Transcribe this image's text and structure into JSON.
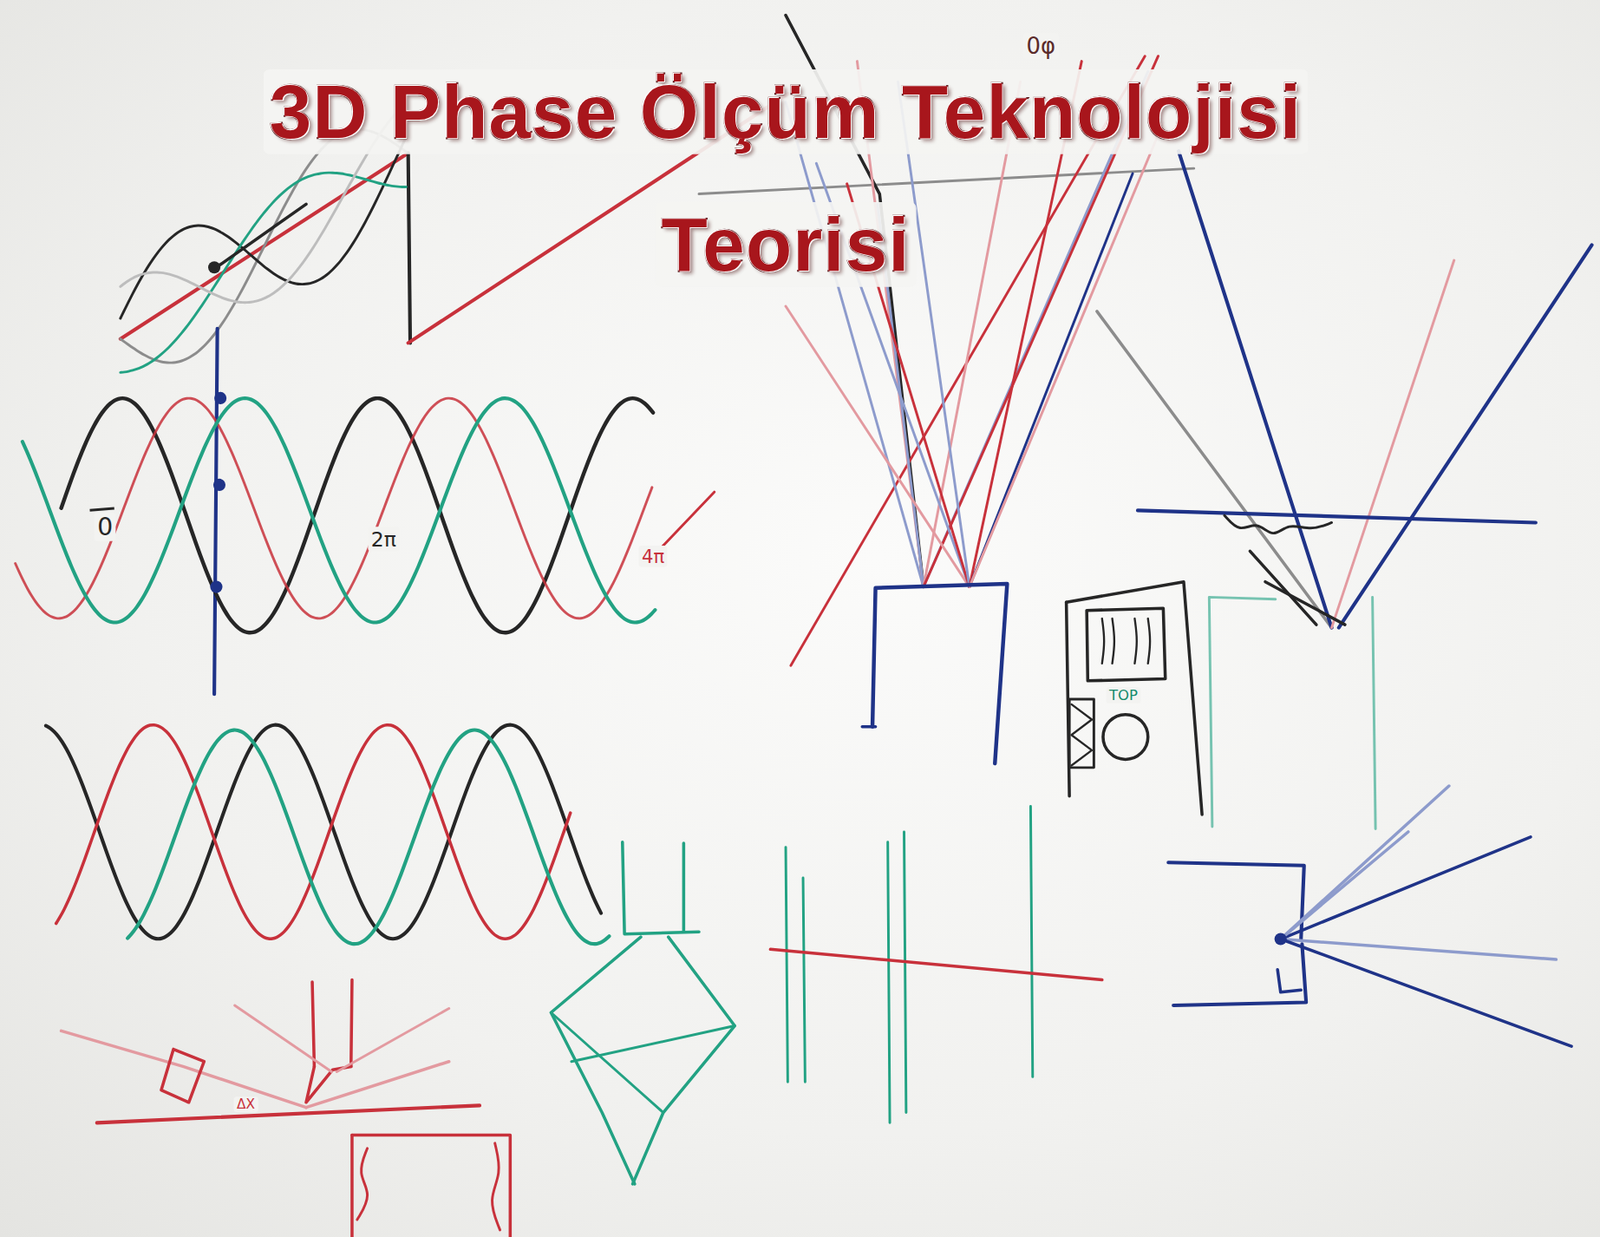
{
  "diagram": {
    "title": "3D Phase Ölçüm Teknolojisi Teorisi",
    "labels": [
      "0φ",
      "0",
      "2π",
      "4π",
      "TOP",
      "ΔX"
    ]
  }
}
